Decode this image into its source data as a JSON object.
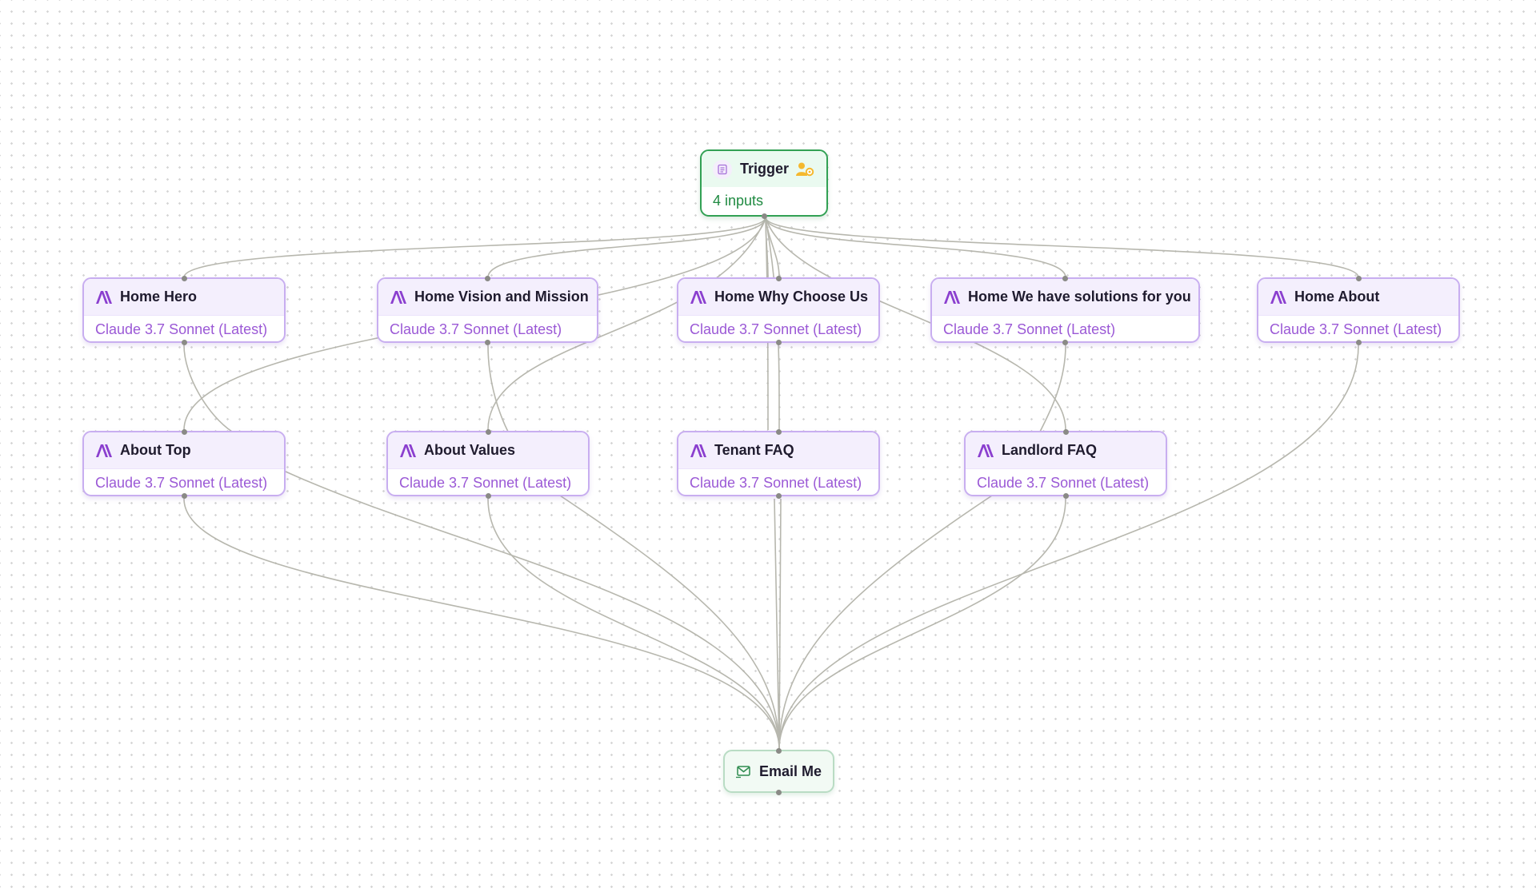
{
  "trigger": {
    "title": "Trigger",
    "subtitle": "4 inputs",
    "icon": "form-icon",
    "badge_icon": "user-gear-icon"
  },
  "ai_nodes": [
    {
      "id": "home-hero",
      "title": "Home Hero",
      "model": "Claude 3.7 Sonnet (Latest)"
    },
    {
      "id": "home-vision",
      "title": "Home Vision and Mission",
      "model": "Claude 3.7 Sonnet (Latest)"
    },
    {
      "id": "home-why",
      "title": "Home Why Choose Us",
      "model": "Claude 3.7 Sonnet (Latest)"
    },
    {
      "id": "home-solutions",
      "title": "Home We have solutions for you",
      "model": "Claude 3.7 Sonnet (Latest)"
    },
    {
      "id": "home-about",
      "title": "Home About",
      "model": "Claude 3.7 Sonnet (Latest)"
    },
    {
      "id": "about-top",
      "title": "About Top",
      "model": "Claude 3.7 Sonnet (Latest)"
    },
    {
      "id": "about-values",
      "title": "About Values",
      "model": "Claude 3.7 Sonnet (Latest)"
    },
    {
      "id": "tenant-faq",
      "title": "Tenant FAQ",
      "model": "Claude 3.7 Sonnet (Latest)"
    },
    {
      "id": "landlord-faq",
      "title": "Landlord FAQ",
      "model": "Claude 3.7 Sonnet (Latest)"
    }
  ],
  "email": {
    "title": "Email Me",
    "icon": "mail-send-icon"
  },
  "colors": {
    "ai_border": "#c8aef0",
    "ai_model_text": "#9b59d6",
    "trigger_border": "#32a154",
    "trigger_text": "#1f8a41",
    "edge": "#b7b7ae"
  }
}
